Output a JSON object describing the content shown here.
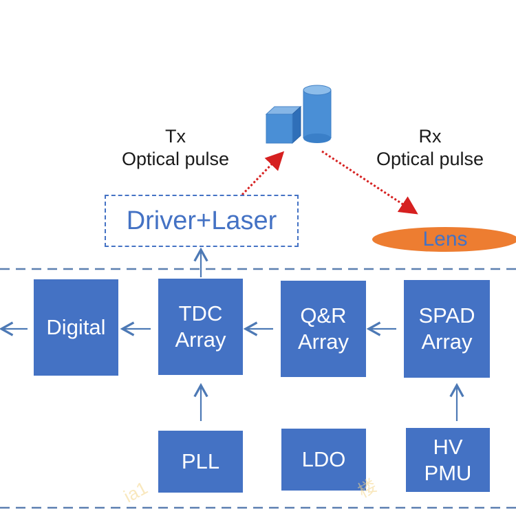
{
  "colors": {
    "block_fill": "#4472c4",
    "block_text": "#ffffff",
    "dashed_line": "#5b7fb0",
    "arrow": "#4d79b5",
    "laser_path": "#d62020",
    "lens_fill": "#ed7d31",
    "watermark": "#f5d78a"
  },
  "target": {
    "icon": "target-objects-icon"
  },
  "tx_label": "Tx\nOptical pulse",
  "rx_label": "Rx\nOptical pulse",
  "driver_laser": "Driver+Laser",
  "lens": "Lens",
  "blocks": {
    "digital": "Digital",
    "tdc_array": "TDC\nArray",
    "qr_array": "Q&R\nArray",
    "spad_array": "SPAD\nArray",
    "pll": "PLL",
    "ldo": "LDO",
    "hv_pmu": "HV\nPMU"
  },
  "watermarks": [
    "ia1",
    "楼"
  ]
}
